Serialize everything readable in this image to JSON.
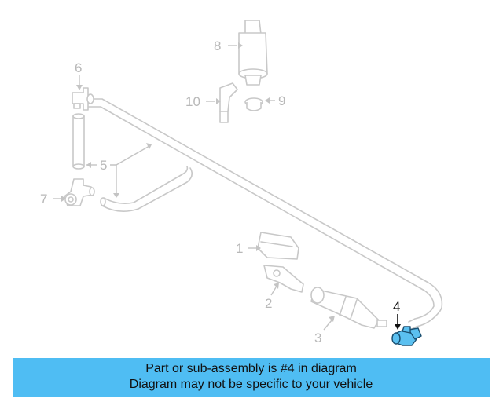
{
  "callouts": {
    "c1": "1",
    "c2": "2",
    "c3": "3",
    "c4": "4",
    "c5": "5",
    "c6": "6",
    "c7": "7",
    "c8": "8",
    "c9": "9",
    "c10": "10"
  },
  "highlight": {
    "part": "4",
    "color": "#5bc0f0"
  },
  "banner": {
    "line1": "Part or sub-assembly is #4 in diagram",
    "line2": "Diagram may not be specific to your vehicle",
    "color": "#4fbdf3"
  }
}
